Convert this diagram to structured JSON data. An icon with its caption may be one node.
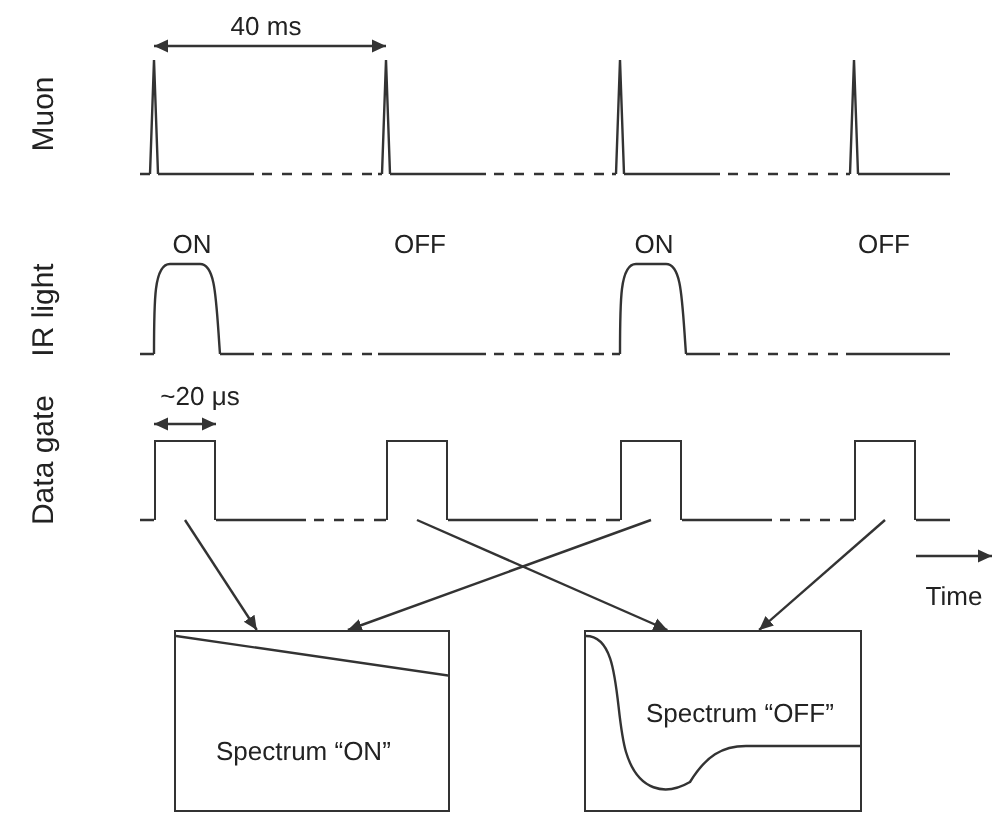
{
  "diagram": {
    "nodes": [
      {
        "text": [],
        "shape": "box"
      },
      {
        "text": [],
        "shape": "box"
      },
      {
        "text": [],
        "shape": "box"
      },
      {
        "text": [],
        "shape": "box"
      },
      {
        "text": [
          "Spectrum “ON”"
        ]
      },
      {
        "text": [
          "Spectrum “OFF”"
        ]
      }
    ],
    "edges": [
      {
        "from": 0,
        "to": 4,
        "arrow": "to"
      },
      {
        "from": 1,
        "to": 5,
        "arrow": "to"
      },
      {
        "from": 2,
        "to": 4,
        "arrow": "to"
      },
      {
        "from": 3,
        "to": 5,
        "arrow": "to"
      }
    ],
    "labels": [
      "40 ms",
      "Muon",
      "ON",
      "OFF",
      "ON",
      "OFF",
      "IR light",
      "~20 μs",
      "Data gate",
      "Time"
    ]
  }
}
